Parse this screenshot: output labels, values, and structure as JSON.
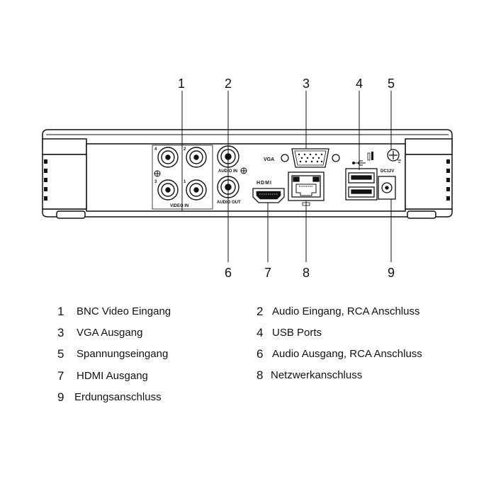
{
  "callouts": {
    "top": [
      "1",
      "2",
      "3",
      "4",
      "5"
    ],
    "bottom": [
      "6",
      "7",
      "8",
      "9"
    ]
  },
  "device_labels": {
    "vga": "VGA",
    "video_in": "VIDEO IN",
    "audio_in": "AUDIO IN",
    "audio_out": "AUDIO OUT",
    "hdmi": "HDMI",
    "dc": "DC12V",
    "bnc_numbers": [
      "4",
      "2",
      "3",
      "1"
    ]
  },
  "legend": [
    {
      "num": "1",
      "text": "BNC Video Eingang"
    },
    {
      "num": "2",
      "text": "Audio Eingang, RCA Anschluss"
    },
    {
      "num": "3",
      "text": "VGA Ausgang"
    },
    {
      "num": "4",
      "text": "USB Ports"
    },
    {
      "num": "5",
      "text": "Spannungseingang"
    },
    {
      "num": "6",
      "text": "Audio Ausgang, RCA Anschluss"
    },
    {
      "num": "7",
      "text": "HDMI Ausgang"
    },
    {
      "num": "8",
      "text": "Netzwerkanschluss"
    },
    {
      "num": "9",
      "text": "Erdungsanschluss"
    }
  ]
}
